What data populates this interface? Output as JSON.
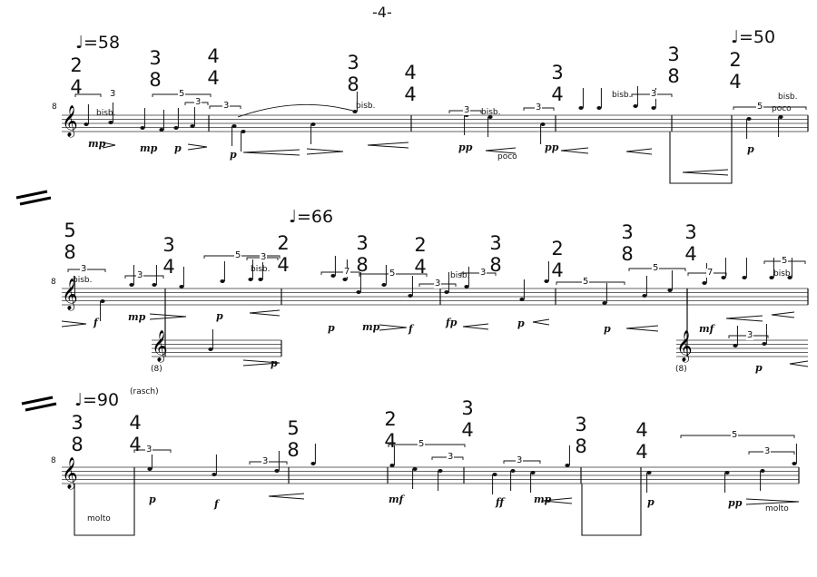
{
  "page_number": "-4-",
  "systems": [
    {
      "tempos": [
        "♩=58",
        "♩=50"
      ],
      "time_signatures": [
        {
          "num": "2",
          "den": "4"
        },
        {
          "num": "3",
          "den": "8"
        },
        {
          "num": "4",
          "den": "4"
        },
        {
          "num": "3",
          "den": "8"
        },
        {
          "num": "4",
          "den": "4"
        },
        {
          "num": "3",
          "den": "4"
        },
        {
          "num": "3",
          "den": "8"
        },
        {
          "num": "2",
          "den": "4"
        }
      ],
      "dynamics": [
        "mp",
        "mp",
        "p",
        "p",
        "pp",
        "pp",
        "p"
      ],
      "markings": [
        "bisb.",
        "bisb.",
        "bisb.",
        "bisb.",
        "bisb.",
        "poco",
        "poco",
        "8"
      ],
      "tuplets": [
        "3",
        "5",
        "3",
        "3",
        "3",
        "3",
        "3",
        "5"
      ]
    },
    {
      "tempos": [
        "♩=66"
      ],
      "time_signatures": [
        {
          "num": "5",
          "den": "8"
        },
        {
          "num": "3",
          "den": "4"
        },
        {
          "num": "2",
          "den": "4"
        },
        {
          "num": "3",
          "den": "8"
        },
        {
          "num": "2",
          "den": "4"
        },
        {
          "num": "3",
          "den": "8"
        },
        {
          "num": "2",
          "den": "4"
        },
        {
          "num": "3",
          "den": "8"
        },
        {
          "num": "3",
          "den": "4"
        }
      ],
      "dynamics": [
        "f",
        "mp",
        "p",
        "p",
        "p",
        "mp",
        "f",
        "fp",
        "p",
        "p",
        "mf",
        "p"
      ],
      "markings": [
        "bisb.",
        "bisb.",
        "bisb.",
        "bisb.",
        "(8)",
        "(8)",
        "8"
      ],
      "tuplets": [
        "3",
        "3",
        "5",
        "3",
        "7",
        "5",
        "3",
        "3",
        "5",
        "5",
        "7",
        "5",
        "3"
      ]
    },
    {
      "tempos": [
        "♩=90",
        "(rasch)"
      ],
      "time_signatures": [
        {
          "num": "3",
          "den": "8"
        },
        {
          "num": "4",
          "den": "4"
        },
        {
          "num": "5",
          "den": "8"
        },
        {
          "num": "2",
          "den": "4"
        },
        {
          "num": "3",
          "den": "4"
        },
        {
          "num": "3",
          "den": "8"
        },
        {
          "num": "4",
          "den": "4"
        }
      ],
      "dynamics": [
        "p",
        "f",
        "mf",
        "ff",
        "mp",
        "p",
        "pp"
      ],
      "markings": [
        "molto",
        "molto",
        "8"
      ],
      "tuplets": [
        "3",
        "3",
        "5",
        "3",
        "3",
        "5",
        "3"
      ]
    }
  ]
}
